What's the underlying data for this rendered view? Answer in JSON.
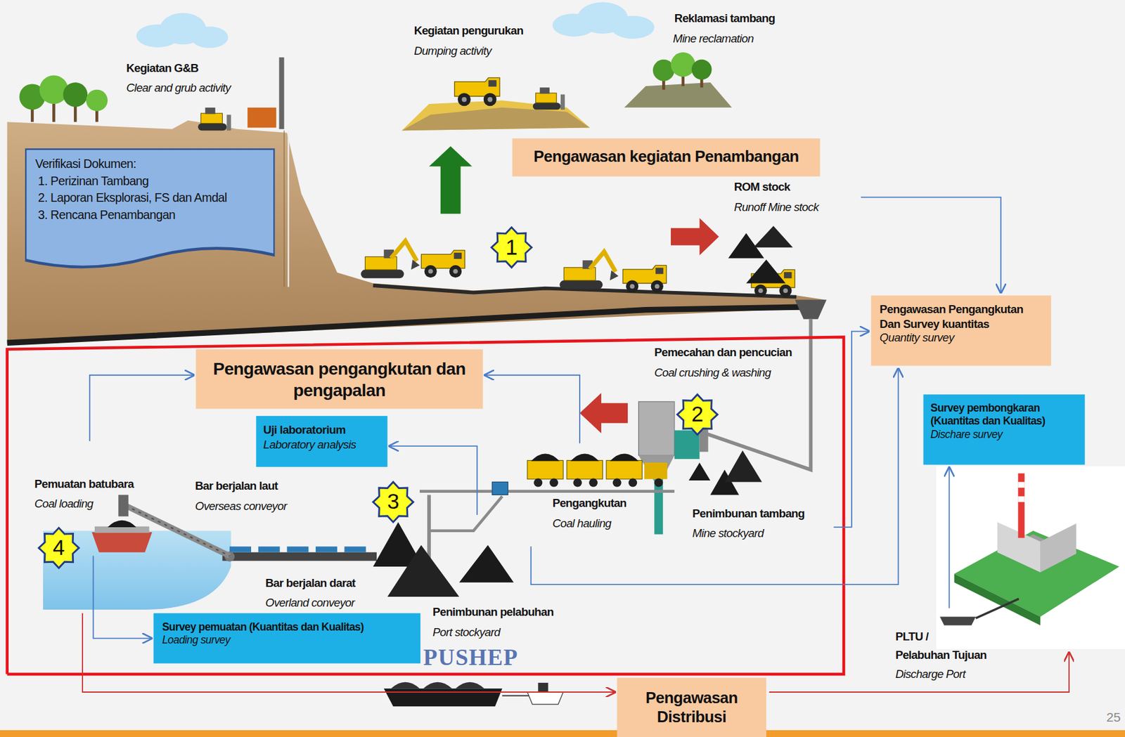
{
  "diagram": {
    "nodes": [
      {
        "text": [
          "Verifikasi Dokumen:",
          "1. Perizinan Tambang",
          "2. Laporan Eksplorasi, FS dan Amdal",
          "3. Rencana Penambangan"
        ]
      },
      {
        "text": [
          "Pengawasan kegiatan Penambangan"
        ]
      },
      {
        "text": [
          "Pengawasan Pengangkutan Dan Survey kuantitas",
          "Quantity survey"
        ]
      },
      {
        "text": [
          "Pengawasan pengangkutan dan pengapalan"
        ]
      },
      {
        "text": [
          "Uji laboratorium",
          "Laboratory analysis"
        ]
      },
      {
        "text": [
          "Survey pembongkaran (Kuantitas dan Kualitas)",
          "Dischare survey"
        ]
      },
      {
        "text": [
          "Survey pemuatan (Kuantitas dan Kualitas)",
          "Loading survey"
        ]
      },
      {
        "text": [
          "Pengawasan Distribusi"
        ]
      }
    ],
    "labels": [
      "Kegiatan G&B",
      "Clear and grub activity",
      "Kegiatan pengurukan",
      "Dumping activity",
      "Reklamasi tambang",
      "Mine reclamation",
      "1",
      "ROM stock",
      "Runoff Mine stock",
      "Pemecahan dan pencucian",
      "Coal crushing & washing",
      "2",
      "Pemuatan batubara",
      "Coal loading",
      "Bar berjalan laut",
      "Overseas conveyor",
      "3",
      "Pengangkutan",
      "Coal hauling",
      "Penimbunan tambang",
      "Mine stockyard",
      "4",
      "Bar berjalan darat",
      "Overland conveyor",
      "Penimbunan pelabuhan",
      "Port stockyard",
      "PLTU /",
      "Pelabuhan Tujuan",
      "Discharge Port",
      "PUSHEP",
      "25"
    ]
  }
}
